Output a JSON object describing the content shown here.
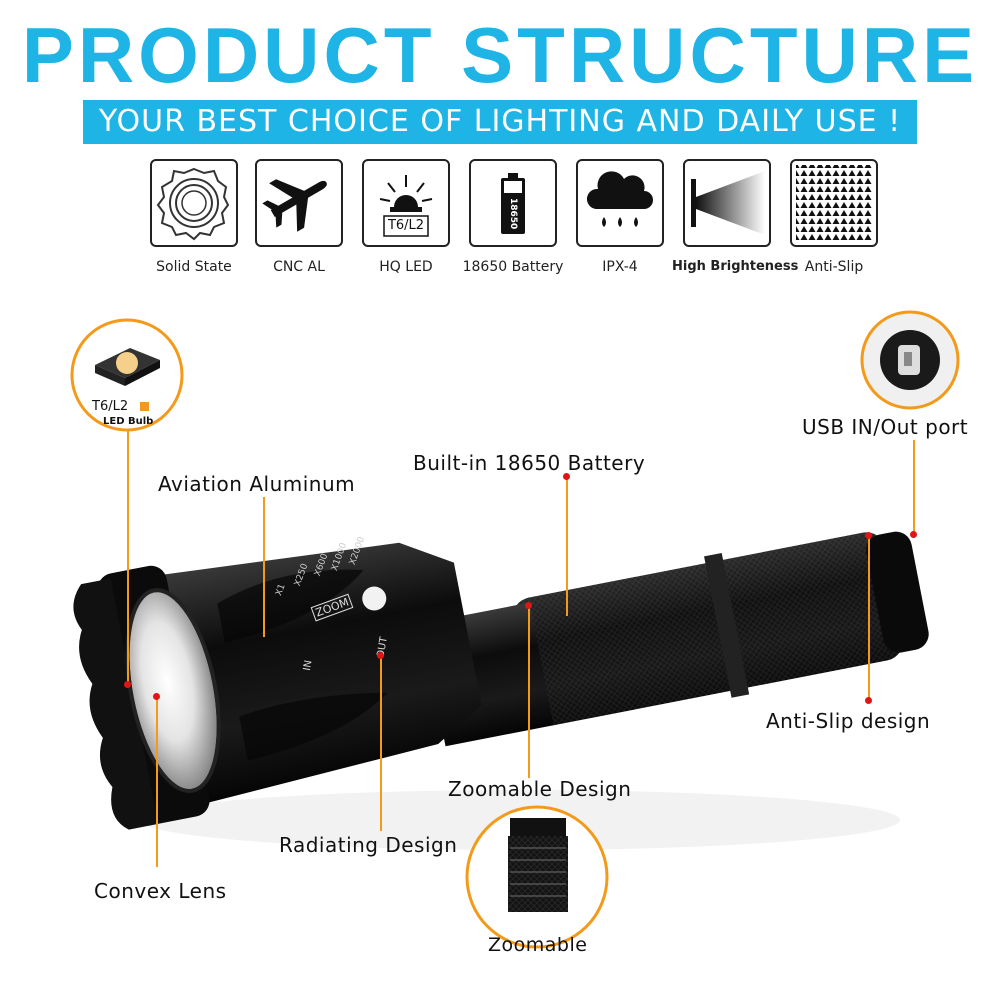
{
  "header": {
    "title": "PRODUCT STRUCTURE",
    "subtitle": "YOUR BEST CHOICE OF LIGHTING AND DAILY USE !"
  },
  "features": [
    {
      "label": "Solid State",
      "icon": "solid-state-icon"
    },
    {
      "label": "CNC AL",
      "icon": "airplane-icon"
    },
    {
      "label": "HQ LED",
      "icon": "led-icon",
      "icon_text": "T6/L2"
    },
    {
      "label": "18650 Battery",
      "icon": "battery-icon",
      "icon_text": "18650"
    },
    {
      "label": "IPX-4",
      "icon": "rain-cloud-icon"
    },
    {
      "label": "High Brighteness",
      "icon": "light-beam-icon"
    },
    {
      "label": "Anti-Slip",
      "icon": "anti-slip-pattern-icon"
    }
  ],
  "led_badge": {
    "model": "T6/L2",
    "caption": "LED Bulb"
  },
  "flashlight_markings": {
    "zoom": "ZOOM",
    "zoom_levels": [
      "X1",
      "X250",
      "X600",
      "X1000",
      "X2000"
    ],
    "focus_in": "IN",
    "focus_out": "OUT"
  },
  "callouts": {
    "aviation_aluminum": "Aviation Aluminum",
    "battery": "Built-in 18650 Battery",
    "usb": "USB IN/Out port",
    "anti_slip": "Anti-Slip design",
    "zoomable_design": "Zoomable Design",
    "radiating": "Radiating Design",
    "convex_lens": "Convex Lens",
    "zoomable": "Zoomable"
  },
  "colors": {
    "accent_blue": "#1fb4e6",
    "leader_orange": "#f39a1a",
    "dot_red": "#e01515"
  }
}
